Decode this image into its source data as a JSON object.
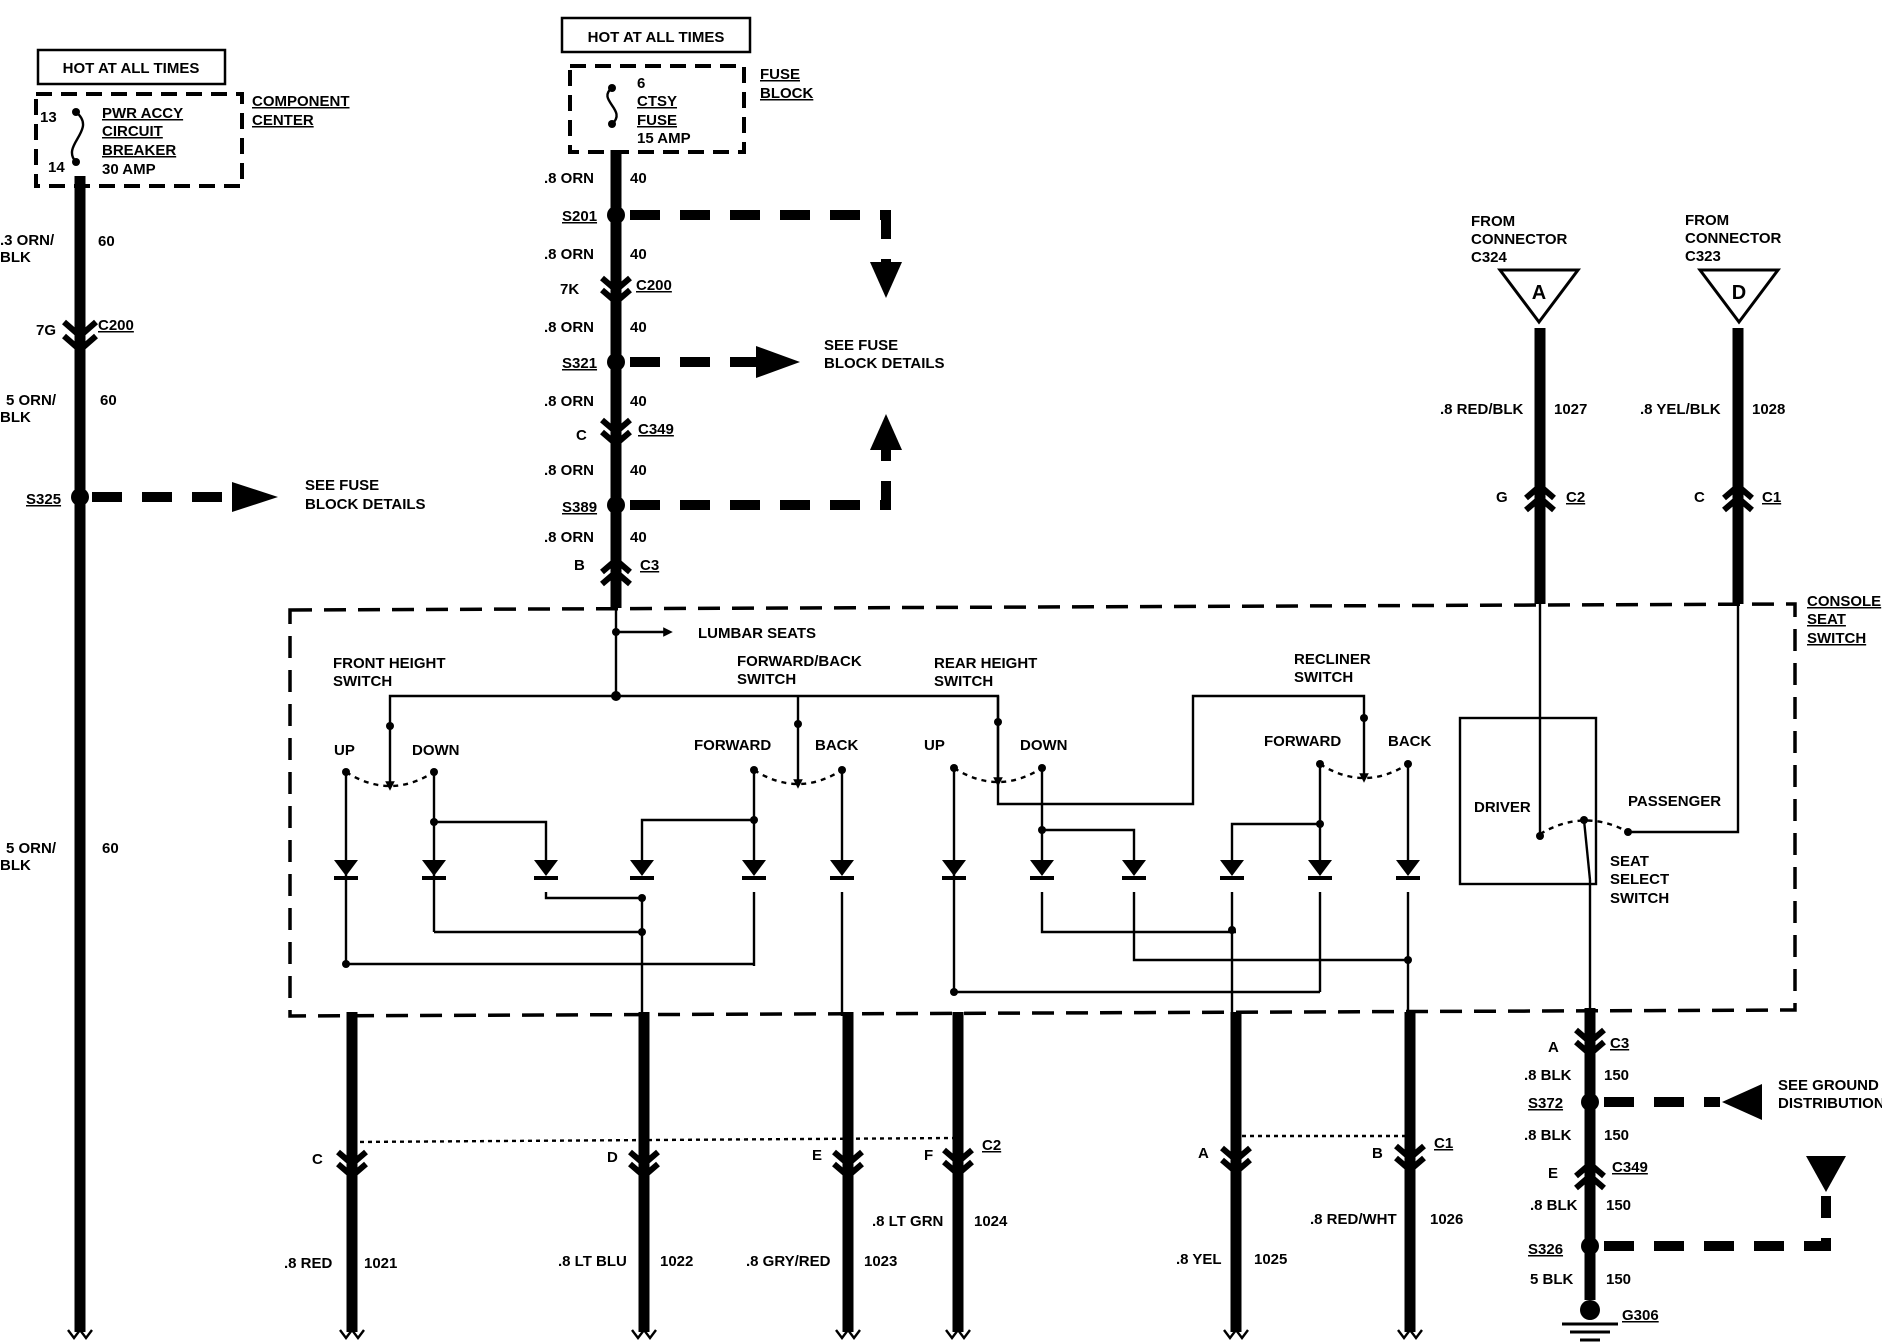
{
  "hot_labels": [
    "HOT AT ALL TIMES",
    "HOT AT ALL TIMES"
  ],
  "left_circuit": {
    "pin_top": "13",
    "pin_bottom": "14",
    "breaker_lines": [
      "PWR ACCY",
      "CIRCUIT",
      "BREAKER",
      "30 AMP"
    ],
    "component_center": [
      "COMPONENT",
      "CENTER"
    ],
    "wire1_gauge": [
      ".3 ORN/",
      "BLK"
    ],
    "wire1_num": "60",
    "conn_pin": "7G",
    "conn_name": "C200",
    "wire2_gauge": [
      "5 ORN/",
      "BLK"
    ],
    "wire2_num": "60",
    "splice": "S325",
    "see_fuse": [
      "SEE FUSE",
      "BLOCK DETAILS"
    ],
    "wire3_gauge": [
      "5 ORN/",
      "BLK"
    ],
    "wire3_num": "60"
  },
  "fuse_circuit": {
    "fuse_lines": [
      "6",
      "CTSY",
      "FUSE",
      "15 AMP"
    ],
    "fuse_block": [
      "FUSE",
      "BLOCK"
    ],
    "gauges": [
      ".8 ORN",
      ".8 ORN",
      ".8 ORN",
      ".8 ORN",
      ".8 ORN",
      ".8 ORN"
    ],
    "wire_num": "40",
    "s201": "S201",
    "c200_pin": "7K",
    "c200": "C200",
    "s321": "S321",
    "c349_pin": "C",
    "c349": "C349",
    "s389": "S389",
    "c3_pin": "B",
    "c3": "C3",
    "see_fuse": [
      "SEE FUSE",
      "BLOCK DETAILS"
    ],
    "lumbar": "LUMBAR SEATS"
  },
  "switches": {
    "front_height": [
      "FRONT HEIGHT",
      "SWITCH"
    ],
    "forward_back": [
      "FORWARD/BACK",
      "SWITCH"
    ],
    "rear_height": [
      "REAR HEIGHT",
      "SWITCH"
    ],
    "recliner": [
      "RECLINER",
      "SWITCH"
    ],
    "up": "UP",
    "down": "DOWN",
    "forward": "FORWARD",
    "back": "BACK",
    "driver": "DRIVER",
    "passenger": "PASSENGER",
    "seat_select": [
      "SEAT",
      "SELECT",
      "SWITCH"
    ],
    "console": [
      "CONSOLE",
      "SEAT",
      "SWITCH"
    ]
  },
  "connectors_in": [
    {
      "from": [
        "FROM",
        "CONNECTOR",
        "C324"
      ],
      "letter": "A",
      "gauge": ".8 RED/BLK",
      "num": "1027",
      "pin": "G",
      "conn": "C2"
    },
    {
      "from": [
        "FROM",
        "CONNECTOR",
        "C323"
      ],
      "letter": "D",
      "gauge": ".8 YEL/BLK",
      "num": "1028",
      "pin": "C",
      "conn": "C1"
    }
  ],
  "outputs": [
    {
      "pin": "C",
      "gauge": ".8 RED",
      "num": "1021"
    },
    {
      "pin": "D",
      "gauge": ".8 LT BLU",
      "num": "1022"
    },
    {
      "pin": "E",
      "gauge": ".8 GRY/RED",
      "num": "1023"
    },
    {
      "pin": "F",
      "gauge": ".8 LT GRN",
      "num": "1024"
    },
    {
      "pin": "A",
      "gauge": ".8 YEL",
      "num": "1025"
    },
    {
      "pin": "B",
      "gauge": ".8 RED/WHT",
      "num": "1026"
    }
  ],
  "out_conn_c2": "C2",
  "out_conn_c1": "C1",
  "ground": {
    "c3_pin": "A",
    "c3": "C3",
    "gauges": [
      ".8 BLK",
      ".8 BLK",
      ".8 BLK",
      "5 BLK"
    ],
    "num": "150",
    "s372": "S372",
    "see_ground": [
      "SEE GROUND",
      "DISTRIBUTION"
    ],
    "c349_pin": "E",
    "c349": "C349",
    "s326": "S326",
    "g306": "G306"
  }
}
